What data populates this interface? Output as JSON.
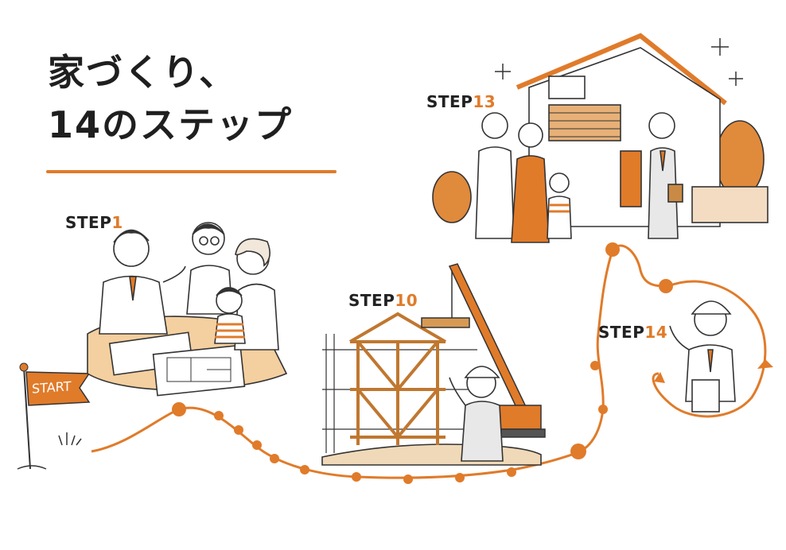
{
  "title": {
    "line1": "家づくり、",
    "line2": "14のステップ"
  },
  "steps": [
    {
      "prefix": "STEP",
      "num": "1"
    },
    {
      "prefix": "STEP",
      "num": "10"
    },
    {
      "prefix": "STEP",
      "num": "13"
    },
    {
      "prefix": "STEP",
      "num": "14"
    }
  ],
  "start_flag": "START",
  "colors": {
    "accent": "#e07b2a",
    "ink": "#222222",
    "wood": "#e0a560"
  }
}
